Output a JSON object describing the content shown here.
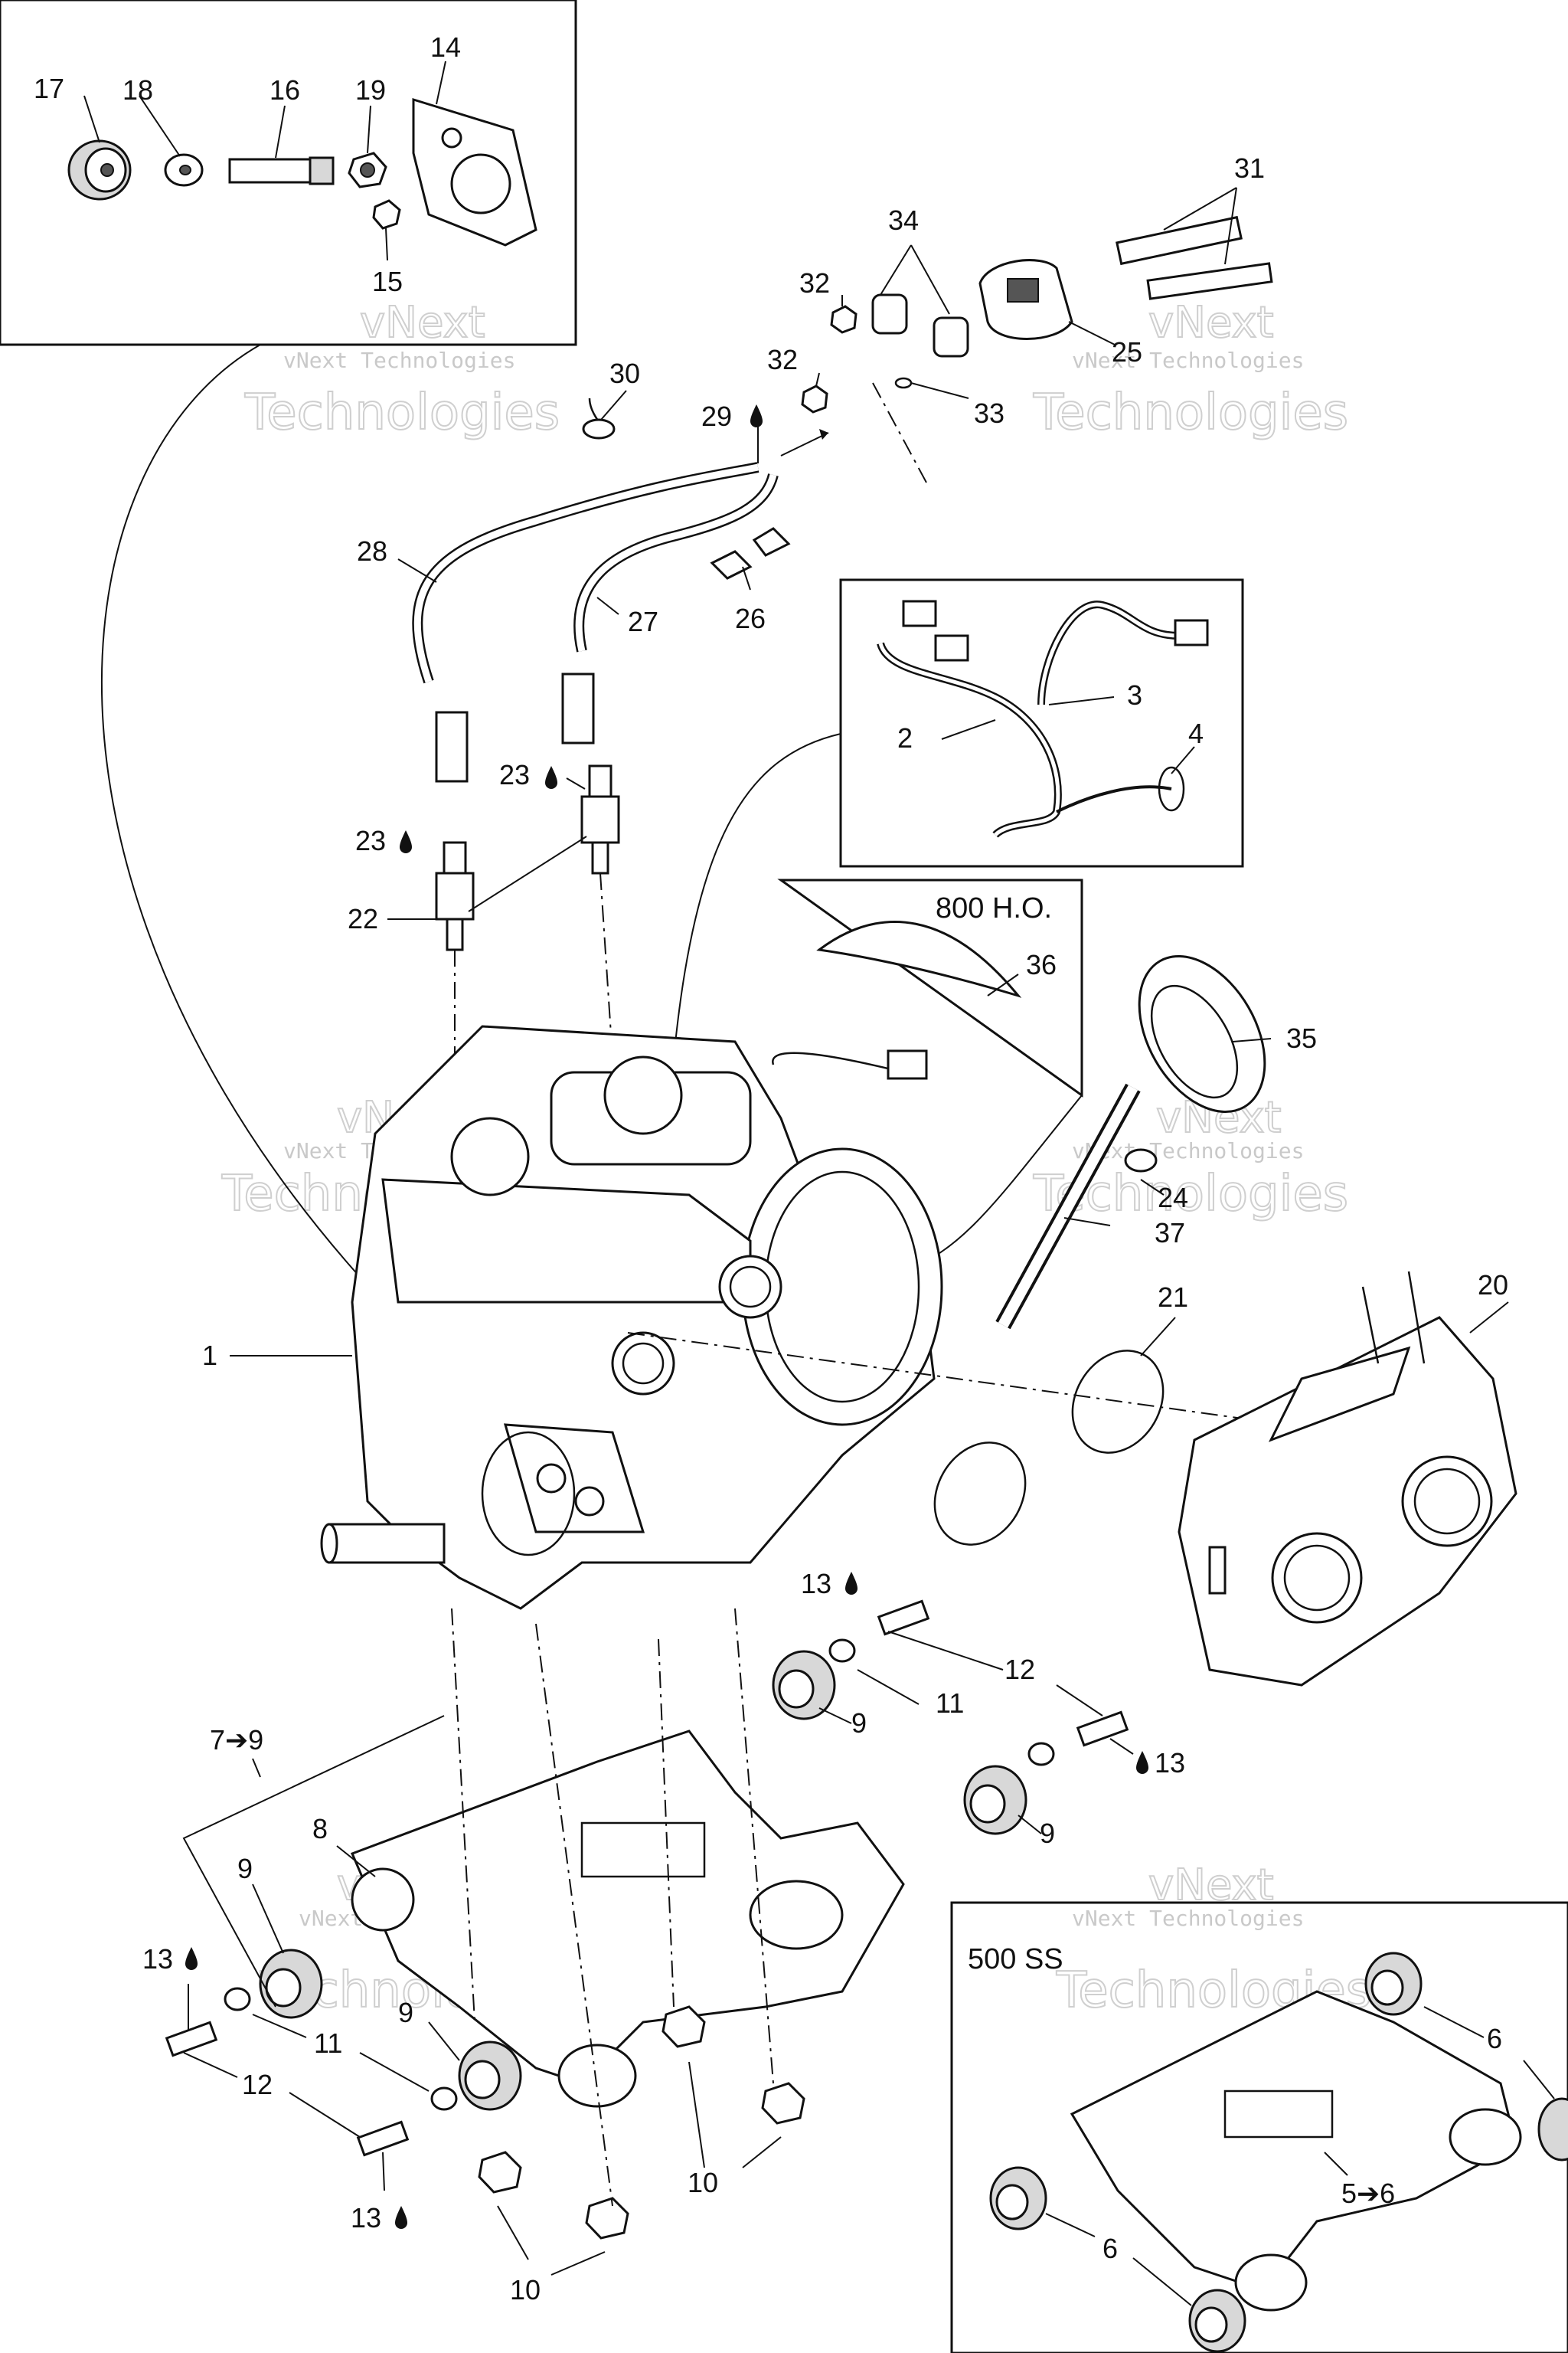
{
  "watermark": {
    "line1": "vNext Technologies",
    "line2": "Technologies",
    "line3": "vNext"
  },
  "boxes": {
    "variant_800": "800 H.O.",
    "variant_500": "500 SS"
  },
  "callouts": {
    "c1": "1",
    "c2": "2",
    "c3": "3",
    "c4": "4",
    "c5_6": "5➔6",
    "c6a": "6",
    "c6b": "6",
    "c7_9": "7➔9",
    "c8": "8",
    "c9a": "9",
    "c9b": "9",
    "c9c": "9",
    "c9d": "9",
    "c10a": "10",
    "c10b": "10",
    "c11a": "11",
    "c11b": "11",
    "c12a": "12",
    "c12b": "12",
    "c13a": "13",
    "c13b": "13",
    "c13c": "13",
    "c13d": "13",
    "c14": "14",
    "c15": "15",
    "c16": "16",
    "c17": "17",
    "c18": "18",
    "c19": "19",
    "c20": "20",
    "c21": "21",
    "c22": "22",
    "c23a": "23",
    "c23b": "23",
    "c24": "24",
    "c25": "25",
    "c26": "26",
    "c27": "27",
    "c28": "28",
    "c29": "29",
    "c30": "30",
    "c31": "31",
    "c32a": "32",
    "c32b": "32",
    "c33": "33",
    "c34": "34",
    "c35": "35",
    "c36": "36",
    "c37": "37"
  },
  "icons": {
    "drop": "liquid-drop-icon",
    "arrow": "arrow-icon"
  }
}
